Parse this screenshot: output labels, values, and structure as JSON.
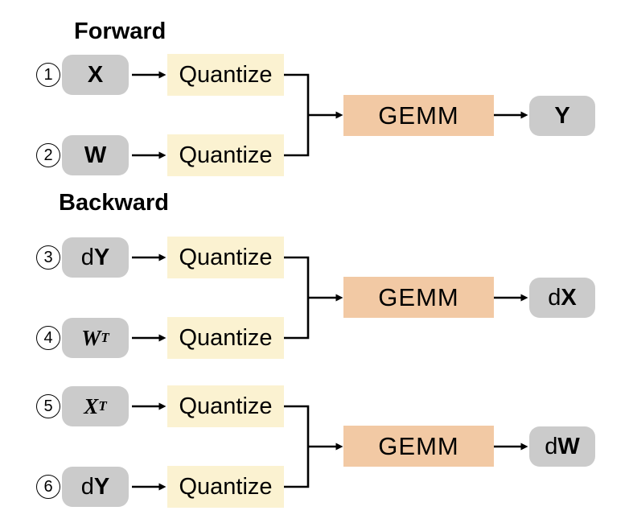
{
  "sections": {
    "forward": "Forward",
    "backward": "Backward"
  },
  "palette": {
    "input_box": "#CBCBCB",
    "quantize_box": "#FBF2D1",
    "gemm_box": "#F2C9A4",
    "line": "#000000"
  },
  "groups": [
    {
      "op": "GEMM",
      "inputs": [
        {
          "num": "1",
          "label": {
            "prefix": "",
            "main": "X",
            "sup": ""
          },
          "quantize": "Quantize"
        },
        {
          "num": "2",
          "label": {
            "prefix": "",
            "main": "W",
            "sup": ""
          },
          "quantize": "Quantize"
        }
      ],
      "output": {
        "prefix": "",
        "main": "Y"
      }
    },
    {
      "op": "GEMM",
      "inputs": [
        {
          "num": "3",
          "label": {
            "prefix": "d",
            "main": "Y",
            "sup": ""
          },
          "quantize": "Quantize"
        },
        {
          "num": "4",
          "label": {
            "prefix": "",
            "main": "W",
            "sup": "T"
          },
          "quantize": "Quantize"
        }
      ],
      "output": {
        "prefix": "d",
        "main": "X"
      }
    },
    {
      "op": "GEMM",
      "inputs": [
        {
          "num": "5",
          "label": {
            "prefix": "",
            "main": "X",
            "sup": "T"
          },
          "quantize": "Quantize"
        },
        {
          "num": "6",
          "label": {
            "prefix": "d",
            "main": "Y",
            "sup": ""
          },
          "quantize": "Quantize"
        }
      ],
      "output": {
        "prefix": "d",
        "main": "W"
      }
    }
  ]
}
